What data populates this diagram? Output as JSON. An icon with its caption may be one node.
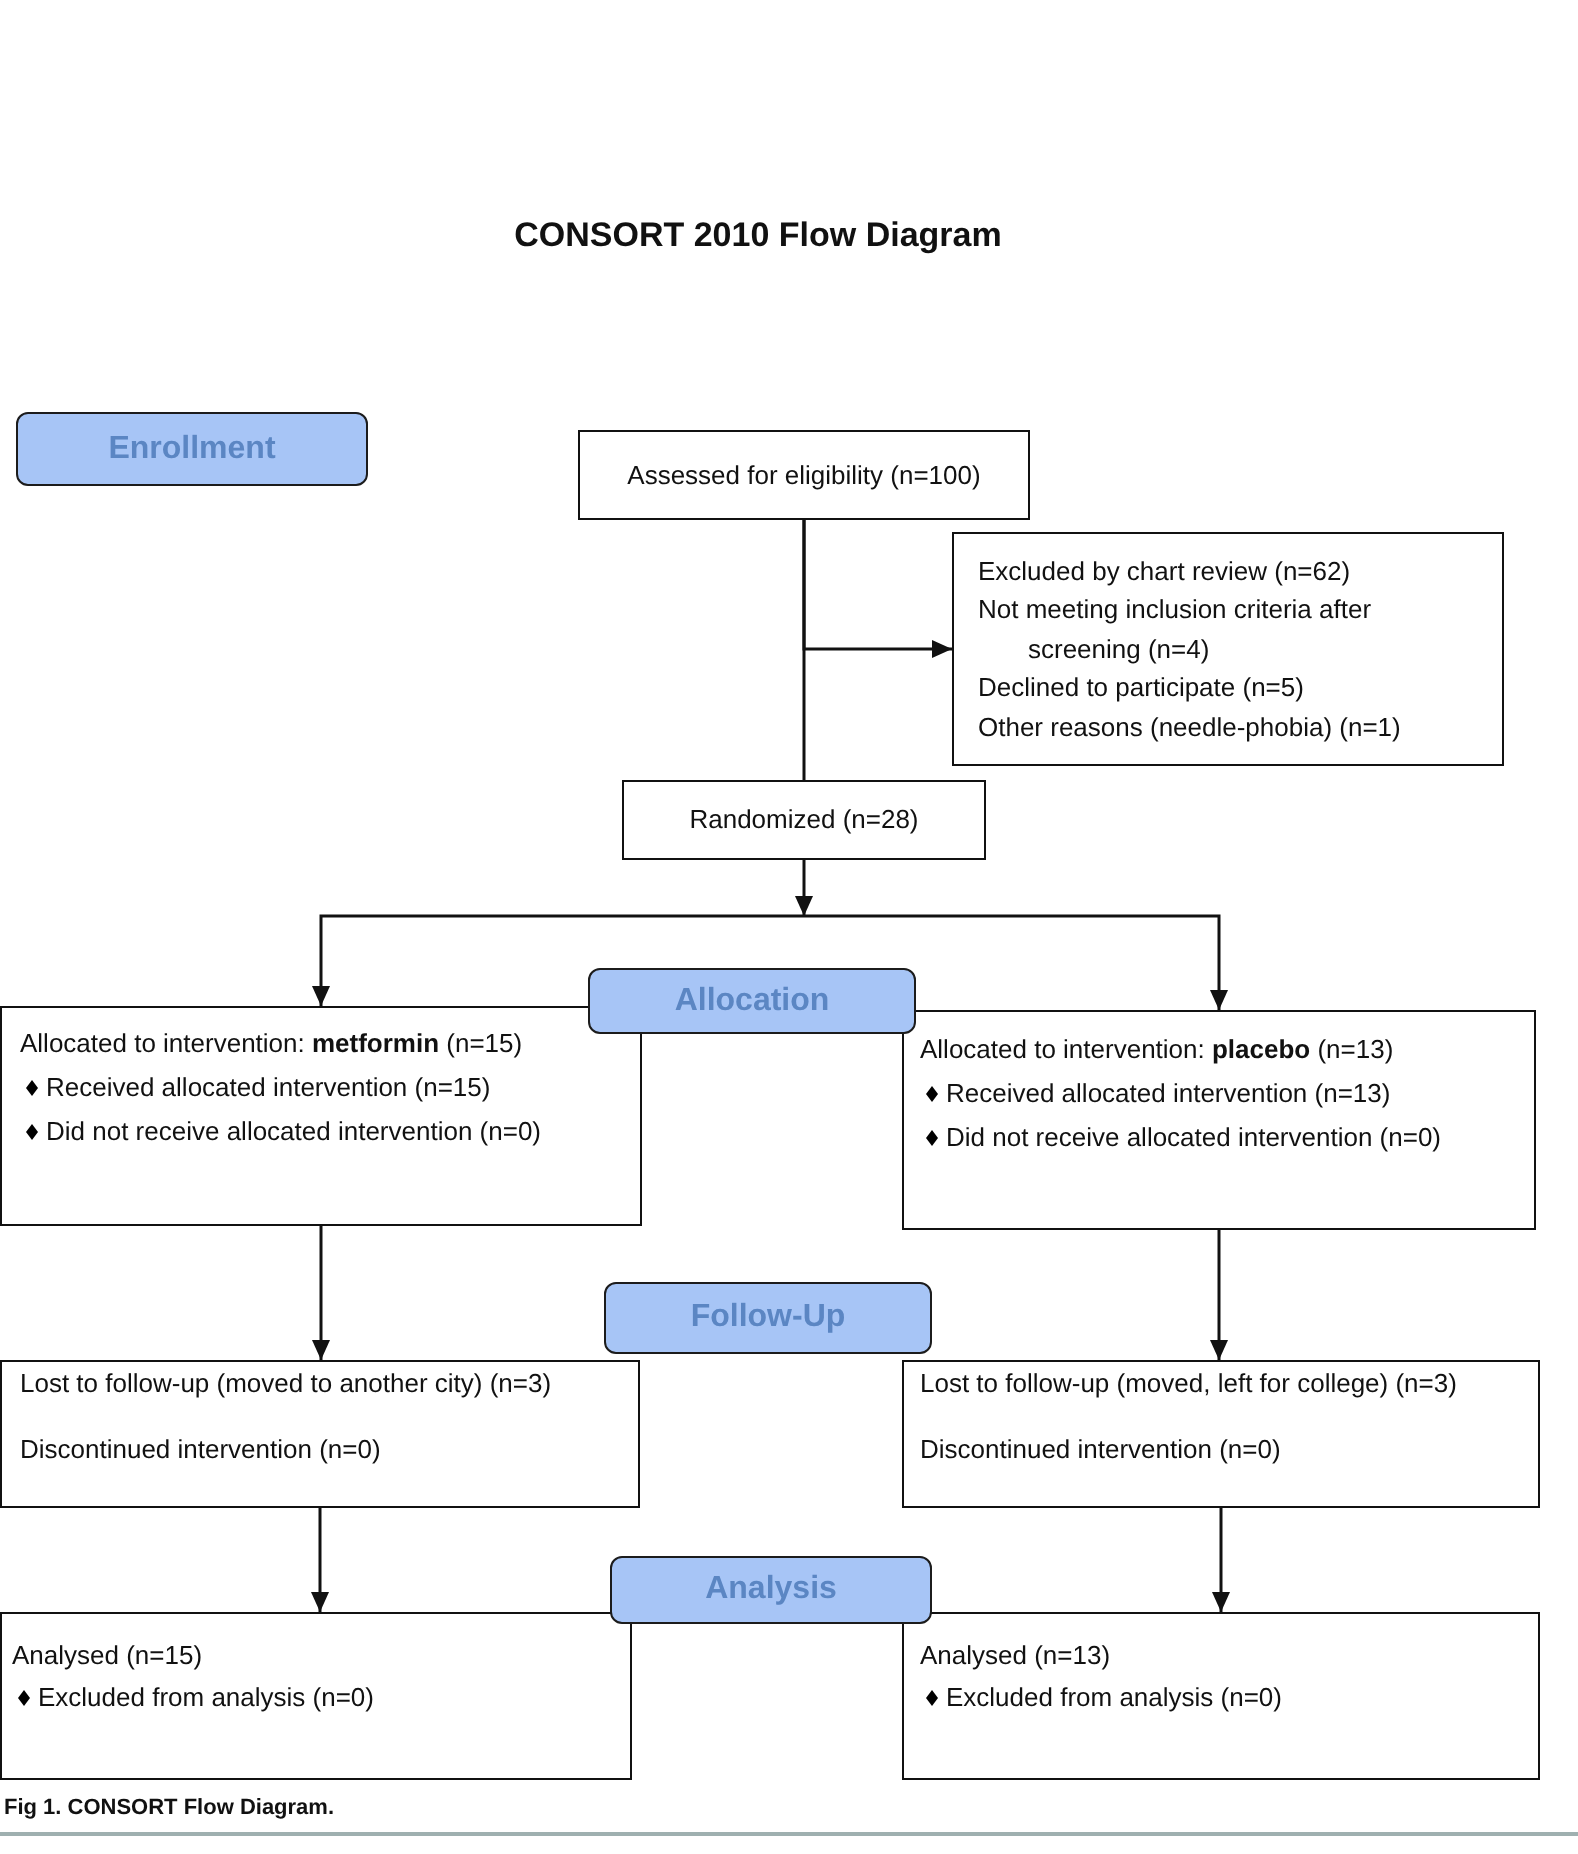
{
  "diagram": {
    "title": "CONSORT 2010 Flow Diagram",
    "caption": "Fig 1. CONSORT Flow Diagram.",
    "nodes": [
      {
        "text": [
          "Enrollment"
        ]
      },
      {
        "text": [
          "Assessed for eligibility (n=100)"
        ]
      },
      {
        "text": [
          "Excluded by chart review (n=62)",
          "Not meeting inclusion criteria after screening (n=4)",
          "Declined to participate (n=5)",
          "Other reasons (needle-phobia) (n=1)"
        ]
      },
      {
        "text": [
          "Randomized (n=28)"
        ]
      },
      {
        "text": [
          "Allocation"
        ]
      },
      {
        "text": [
          "Allocated to intervention: **metformin** (n=15)",
          "Received allocated intervention (n=15)",
          "Did not receive allocated intervention (n=0)"
        ]
      },
      {
        "text": [
          "Allocated to intervention: **placebo** (n=13)",
          "Received allocated intervention (n=13)",
          "Did not receive allocated intervention (n=0)"
        ]
      },
      {
        "text": [
          "Follow-Up"
        ]
      },
      {
        "text": [
          "Lost to follow-up (moved to another city) (n=3)",
          "Discontinued intervention (n=0)"
        ]
      },
      {
        "text": [
          "Lost to follow-up (moved, left for college) (n=3)",
          "Discontinued intervention (n=0)"
        ]
      },
      {
        "text": [
          "Analysis"
        ]
      },
      {
        "text": [
          "Analysed (n=15)",
          "Excluded from analysis (n=0)"
        ]
      },
      {
        "text": [
          "Analysed (n=13)",
          "Excluded from analysis (n=0)"
        ]
      }
    ],
    "edges": [
      {
        "from": 1,
        "to": 2,
        "arrow": "to"
      },
      {
        "from": 1,
        "to": 3,
        "arrow": "none"
      },
      {
        "from": 3,
        "to": 5,
        "arrow": "to"
      },
      {
        "from": 3,
        "to": 6,
        "arrow": "to"
      },
      {
        "from": 5,
        "to": 8,
        "arrow": "to"
      },
      {
        "from": 6,
        "to": 9,
        "arrow": "to"
      },
      {
        "from": 8,
        "to": 11,
        "arrow": "to"
      },
      {
        "from": 9,
        "to": 12,
        "arrow": "to"
      }
    ]
  }
}
